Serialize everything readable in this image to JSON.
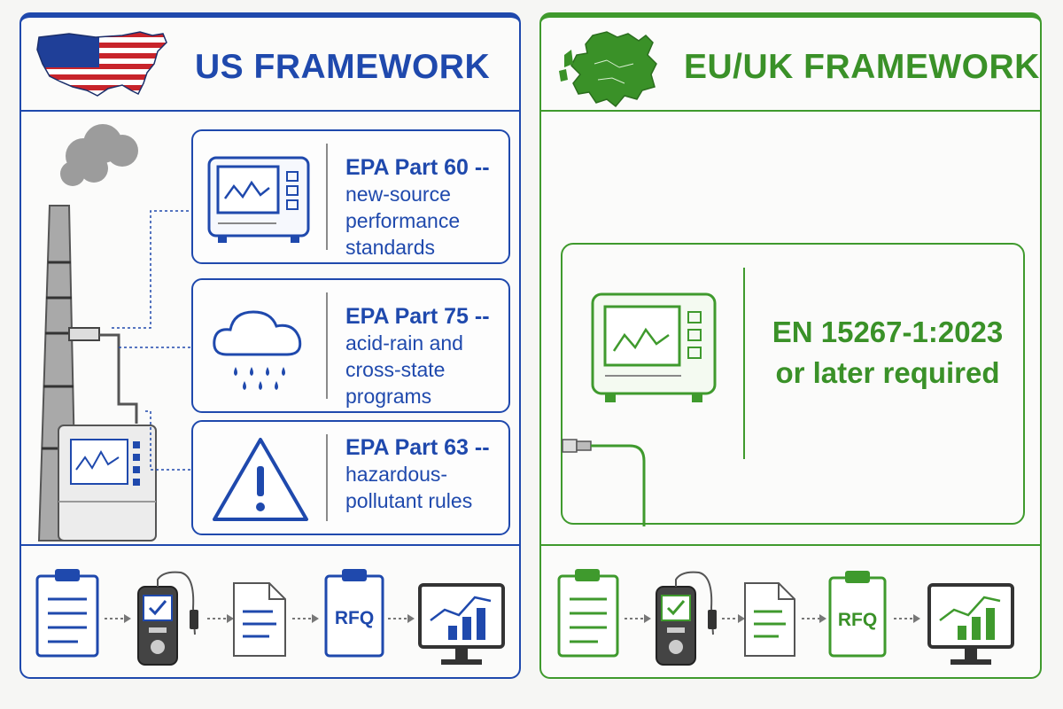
{
  "colors": {
    "us_accent": "#1f49ad",
    "eu_accent": "#3a9128",
    "stack_gray": "#a9a9a9"
  },
  "us": {
    "title": "US FRAMEWORK",
    "flag_icon": "us-map-flag-icon",
    "rules": [
      {
        "code": "EPA Part 60 --",
        "description": "new-source performance standards",
        "icon": "monitor-analyzer-icon"
      },
      {
        "code": "EPA Part 75 --",
        "description": "acid-rain and cross-state programs",
        "icon": "rain-cloud-icon"
      },
      {
        "code": "EPA Part 63 --",
        "description": "hazardous-pollutant rules",
        "icon": "warning-triangle-icon"
      }
    ],
    "flow": {
      "steps": [
        "clipboard-icon",
        "handheld-meter-icon",
        "document-icon",
        "rfq-clipboard-icon",
        "chart-monitor-icon"
      ],
      "rfq_label": "RFQ"
    }
  },
  "eu": {
    "title": "EU/UK FRAMEWORK",
    "flag_icon": "eu-map-icon",
    "requirement": "EN 15267-1:2023 or later required",
    "requirement_icon": "monitor-analyzer-icon",
    "flow": {
      "steps": [
        "clipboard-icon",
        "handheld-meter-icon",
        "document-icon",
        "rfq-clipboard-icon",
        "chart-monitor-icon"
      ],
      "rfq_label": "RFQ"
    }
  }
}
